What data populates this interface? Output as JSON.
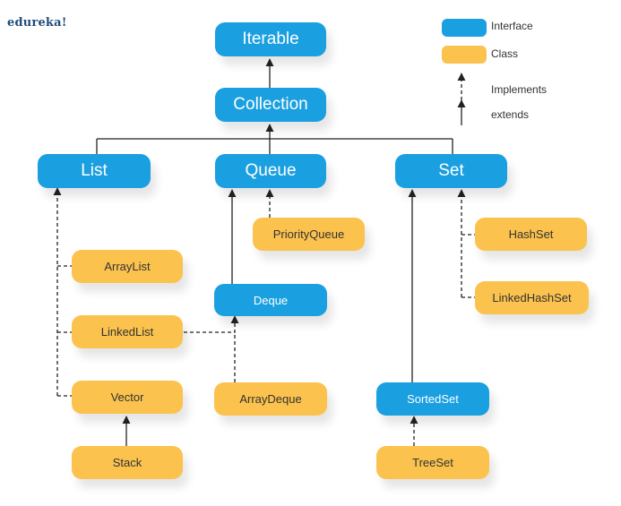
{
  "brand": "edureka!",
  "legend": {
    "interface": "Interface",
    "class": "Class",
    "implements": "Implements",
    "extends": "extends"
  },
  "nodes": {
    "iterable": "Iterable",
    "collection": "Collection",
    "list": "List",
    "queue": "Queue",
    "set": "Set",
    "priority_queue": "PriorityQueue",
    "array_list": "ArrayList",
    "deque": "Deque",
    "hash_set": "HashSet",
    "linked_hash_set": "LinkedHashSet",
    "linked_list": "LinkedList",
    "vector": "Vector",
    "array_deque": "ArrayDeque",
    "sorted_set": "SortedSet",
    "stack": "Stack",
    "tree_set": "TreeSet"
  },
  "colors": {
    "interface": "#1a9fe0",
    "class": "#fbc24e",
    "connector": "#222222"
  }
}
